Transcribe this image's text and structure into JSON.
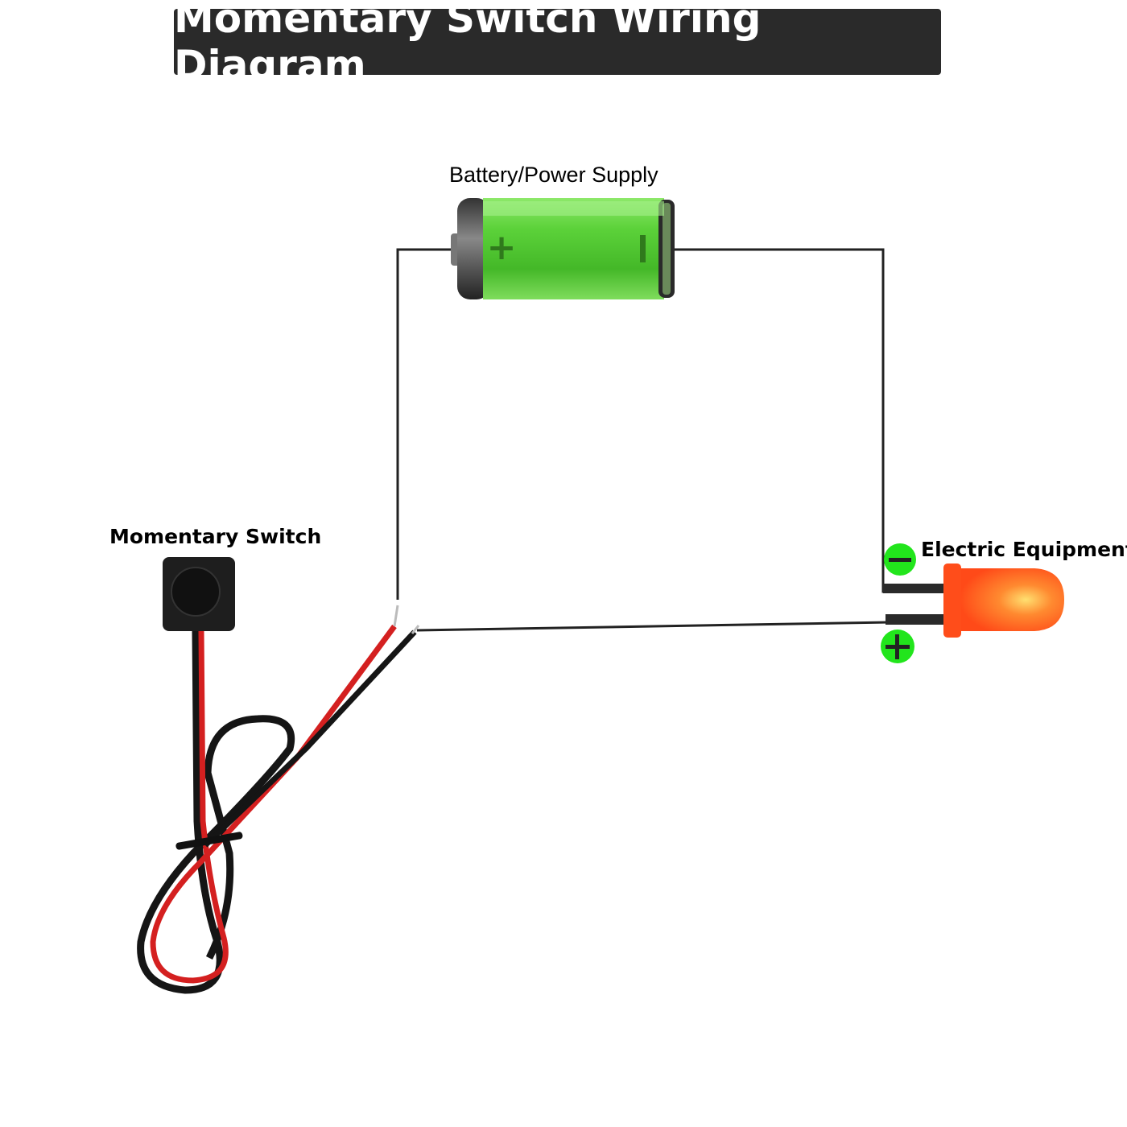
{
  "title": "Momentary Switch Wiring Diagram",
  "components": {
    "battery": {
      "label": "Battery/Power Supply",
      "plus_symbol": "+",
      "minus_symbol": "−"
    },
    "switch": {
      "label": "Momentary Switch"
    },
    "equipment": {
      "label": "Electric Equipment",
      "minus_badge": "−",
      "plus_badge": "+"
    }
  },
  "colors": {
    "title_bg": "#2a2a2a",
    "battery_green": "#5fd93a",
    "led_orange": "#ff5a1f",
    "badge_green": "#22e51c",
    "wire_red": "#d42020",
    "wire_black": "#1a1a1a"
  }
}
